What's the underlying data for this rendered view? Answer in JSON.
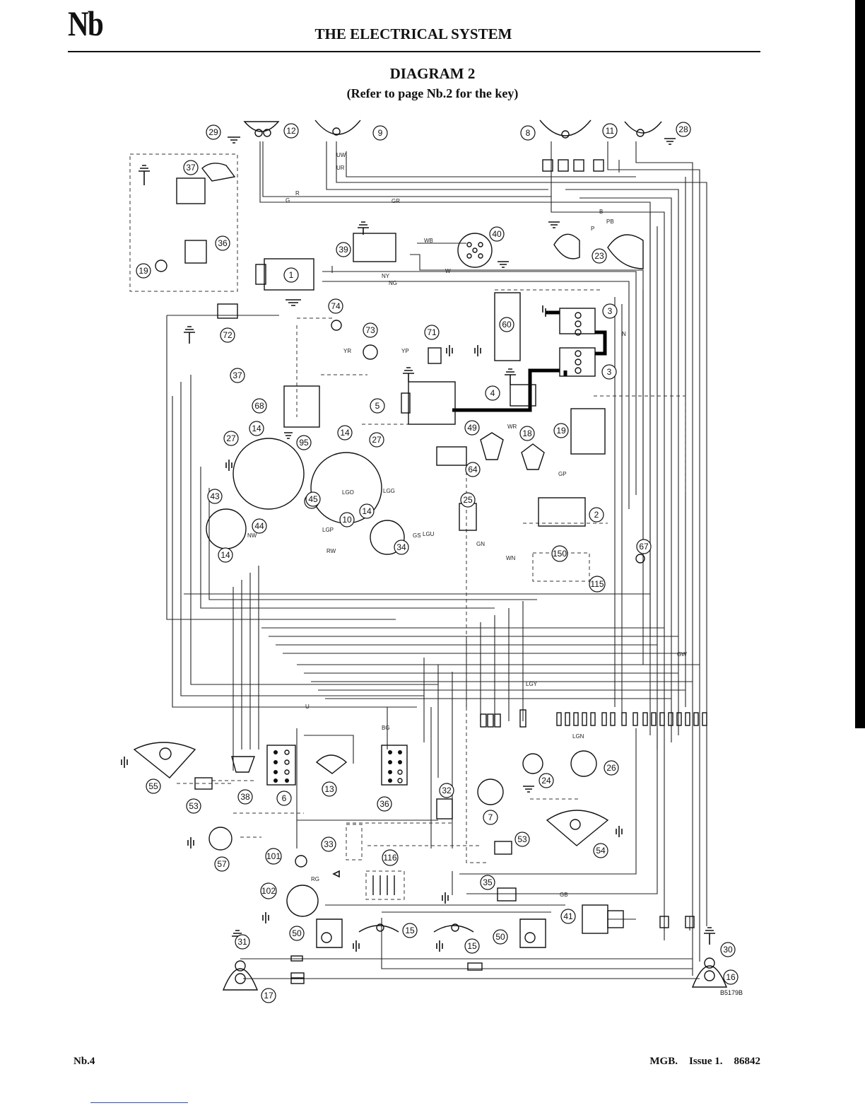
{
  "header": {
    "section_mark": "Nb",
    "title": "THE ELECTRICAL SYSTEM"
  },
  "diagram": {
    "title": "DIAGRAM 2",
    "subtitle": "(Refer to page Nb.2 for the key)",
    "drawing_ref": "B5179B",
    "callouts": [
      "1",
      "2",
      "3",
      "3",
      "4",
      "5",
      "6",
      "7",
      "8",
      "9",
      "10",
      "11",
      "12",
      "13",
      "14",
      "14",
      "14",
      "14",
      "14",
      "15",
      "15",
      "16",
      "17",
      "18",
      "19",
      "19",
      "23",
      "24",
      "25",
      "26",
      "27",
      "27",
      "28",
      "29",
      "30",
      "31",
      "32",
      "33",
      "34",
      "35",
      "36",
      "36",
      "37",
      "37",
      "38",
      "39",
      "40",
      "41",
      "43",
      "44",
      "45",
      "49",
      "50",
      "50",
      "53",
      "53",
      "54",
      "55",
      "57",
      "60",
      "64",
      "67",
      "68",
      "71",
      "72",
      "73",
      "74",
      "95",
      "101",
      "102",
      "115",
      "116",
      "150"
    ],
    "wire_codes": [
      "UW",
      "UR",
      "R",
      "G",
      "GR",
      "B",
      "PB",
      "P",
      "WB",
      "W",
      "NY",
      "NG",
      "N",
      "YR",
      "YP",
      "WR",
      "GP",
      "LGO",
      "LGG",
      "LGP",
      "RW",
      "GN",
      "LGU",
      "NW",
      "BG",
      "GW",
      "LGY",
      "U",
      "RG",
      "GB",
      "LGN",
      "WN",
      "GS"
    ]
  },
  "footer": {
    "page": "Nb.4",
    "model": "MGB.",
    "issue": "Issue 1.",
    "part_number": "86842"
  }
}
